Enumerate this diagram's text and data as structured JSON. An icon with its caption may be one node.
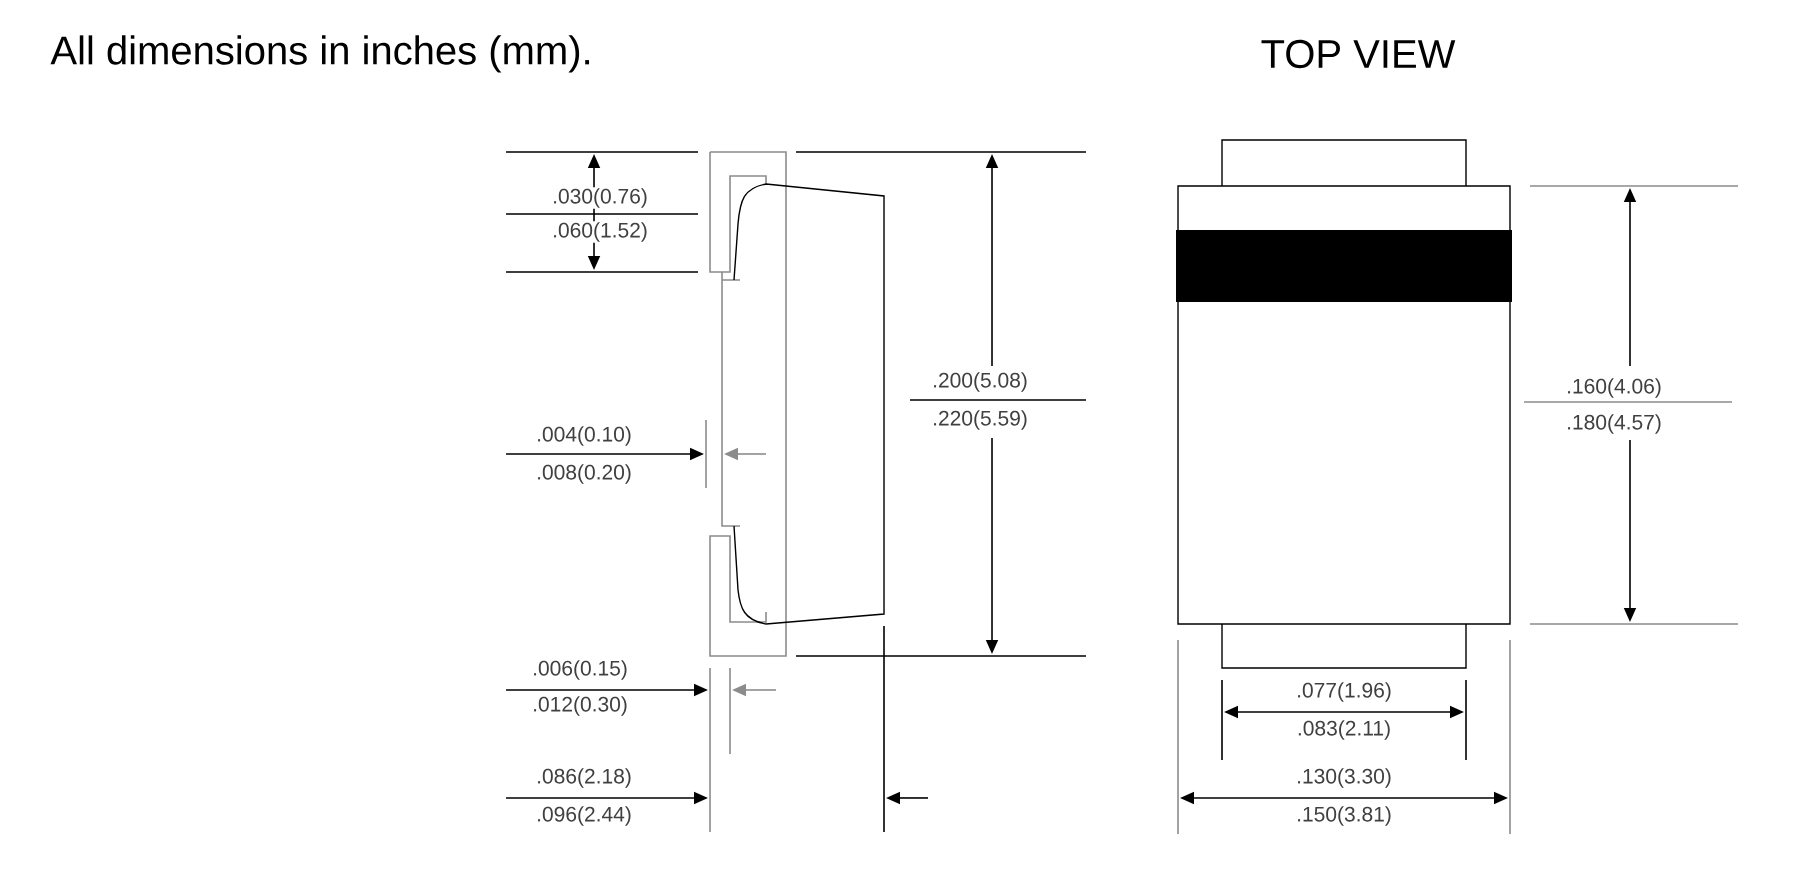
{
  "diagram": {
    "title": "All dimensions in inches (mm).",
    "labels": [
      "TOP VIEW",
      ".030(0.76)",
      ".060(1.52)",
      ".004(0.10)",
      ".008(0.20)",
      ".200(5.08)",
      ".220(5.59)",
      ".006(0.15)",
      ".012(0.30)",
      ".086(2.18)",
      ".096(2.44)",
      ".160(4.06)",
      ".180(4.57)",
      ".077(1.96)",
      ".083(2.11)",
      ".130(3.30)",
      ".150(3.81)"
    ]
  }
}
